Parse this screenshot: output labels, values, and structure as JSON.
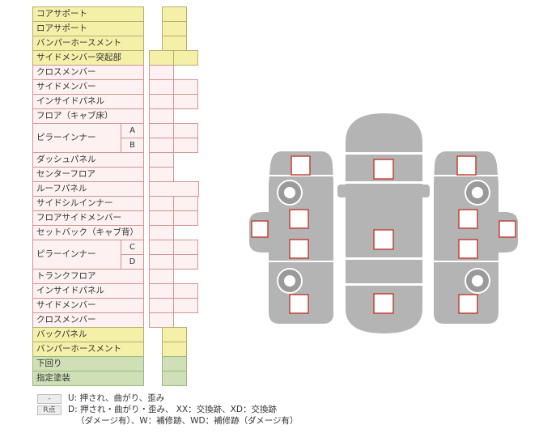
{
  "parts_table": {
    "rows": [
      {
        "label": "コアサポート",
        "style": "yellow"
      },
      {
        "label": "ロアサポート",
        "style": "yellow"
      },
      {
        "label": "バンパーホースメント",
        "style": "yellow"
      },
      {
        "label": "サイドメンバー突起部",
        "style": "yellow"
      },
      {
        "label": "クロスメンバー",
        "style": "pink"
      },
      {
        "label": "サイドメンバー",
        "style": "pink"
      },
      {
        "label": "インサイドパネル",
        "style": "pink"
      },
      {
        "label": "フロア（キャブ床）",
        "style": "pink"
      },
      {
        "label": "ピラーインナー",
        "style": "pink",
        "sub": [
          "A",
          "B"
        ]
      },
      {
        "label": "ダッシュパネル",
        "style": "pink"
      },
      {
        "label": "センターフロア",
        "style": "pink"
      },
      {
        "label": "ルーフパネル",
        "style": "pink"
      },
      {
        "label": "サイドシルインナー",
        "style": "pink"
      },
      {
        "label": "フロアサイドメンバー",
        "style": "pink"
      },
      {
        "label": "セットバック（キャブ背）",
        "style": "pink"
      },
      {
        "label": "ピラーインナー",
        "style": "pink",
        "sub": [
          "C",
          "D"
        ]
      },
      {
        "label": "トランクフロア",
        "style": "pink"
      },
      {
        "label": "インサイドパネル",
        "style": "pink"
      },
      {
        "label": "サイドメンバー",
        "style": "pink"
      },
      {
        "label": "クロスメンバー",
        "style": "pink"
      },
      {
        "label": "バックパネル",
        "style": "yellow"
      },
      {
        "label": "バンパーホースメント",
        "style": "yellow"
      },
      {
        "label": "下回り",
        "style": "green"
      },
      {
        "label": "指定塗装",
        "style": "green"
      }
    ]
  },
  "legend": {
    "rows": [
      {
        "mark": "-",
        "text": "U: 押され、曲がり、歪み"
      },
      {
        "mark": "R点",
        "text": "D: 押され・曲がり・歪み、 XX：交換跡、XD：交換跡"
      },
      {
        "mark": "",
        "text": "（ダメージ有）、W：補修跡、WD：補修跡（ダメージ有）"
      }
    ]
  },
  "colors": {
    "yellow_fill": "#f5f0a8",
    "pink_fill": "#fdf1f1",
    "green_fill": "#d0e0b6",
    "pink_border": "#d29492",
    "marker_border": "#c0392b",
    "car_gray": "#b4b4b4"
  },
  "icons": [
    "car-top-view",
    "car-side-view-left",
    "car-side-view-right",
    "wheel-icon",
    "side-mirror-icon",
    "damage-marker-box"
  ]
}
